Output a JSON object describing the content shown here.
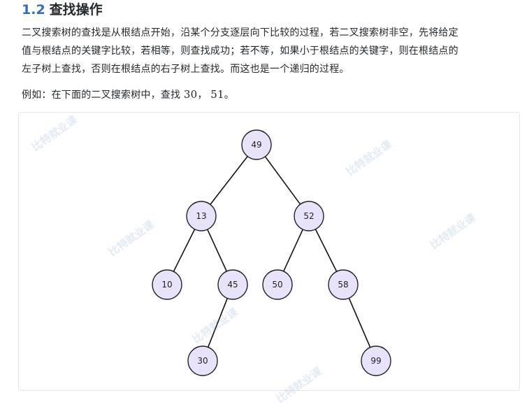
{
  "section": {
    "number": "1.2",
    "title": "查找操作"
  },
  "paragraphs": {
    "intro_line1": "二叉搜索树的查找是从根结点开始，沿某个分支逐层向下比较的过程，若二叉搜索树非空，先将给定",
    "intro_line2": "值与根结点的关键字比较，若相等，则查找成功；若不等，如果小于根结点的关键字，则在根结点的",
    "intro_line3": "左子树上查找，否则在根结点的右子树上查找。而这也是一个递归的过程。",
    "example_prefix": "例如：在下面的二叉搜索树中，查找 ",
    "example_value1": "30",
    "example_sep": "，",
    "example_value2": "51",
    "example_suffix": "。"
  },
  "tree": {
    "nodes": [
      {
        "id": "n49",
        "label": "49"
      },
      {
        "id": "n13",
        "label": "13"
      },
      {
        "id": "n52",
        "label": "52"
      },
      {
        "id": "n10",
        "label": "10"
      },
      {
        "id": "n45",
        "label": "45"
      },
      {
        "id": "n50",
        "label": "50"
      },
      {
        "id": "n58",
        "label": "58"
      },
      {
        "id": "n30",
        "label": "30"
      },
      {
        "id": "n99",
        "label": "99"
      }
    ],
    "edges": [
      [
        "n49",
        "n13"
      ],
      [
        "n49",
        "n52"
      ],
      [
        "n13",
        "n10"
      ],
      [
        "n13",
        "n45"
      ],
      [
        "n52",
        "n50"
      ],
      [
        "n52",
        "n58"
      ],
      [
        "n45",
        "n30"
      ],
      [
        "n58",
        "n99"
      ]
    ],
    "node_fill": "#e8e2fb",
    "node_stroke": "#222222"
  },
  "watermark": {
    "text": "比特就业课"
  },
  "colors": {
    "heading_number": "#2f6fc7",
    "text": "#24292e"
  }
}
